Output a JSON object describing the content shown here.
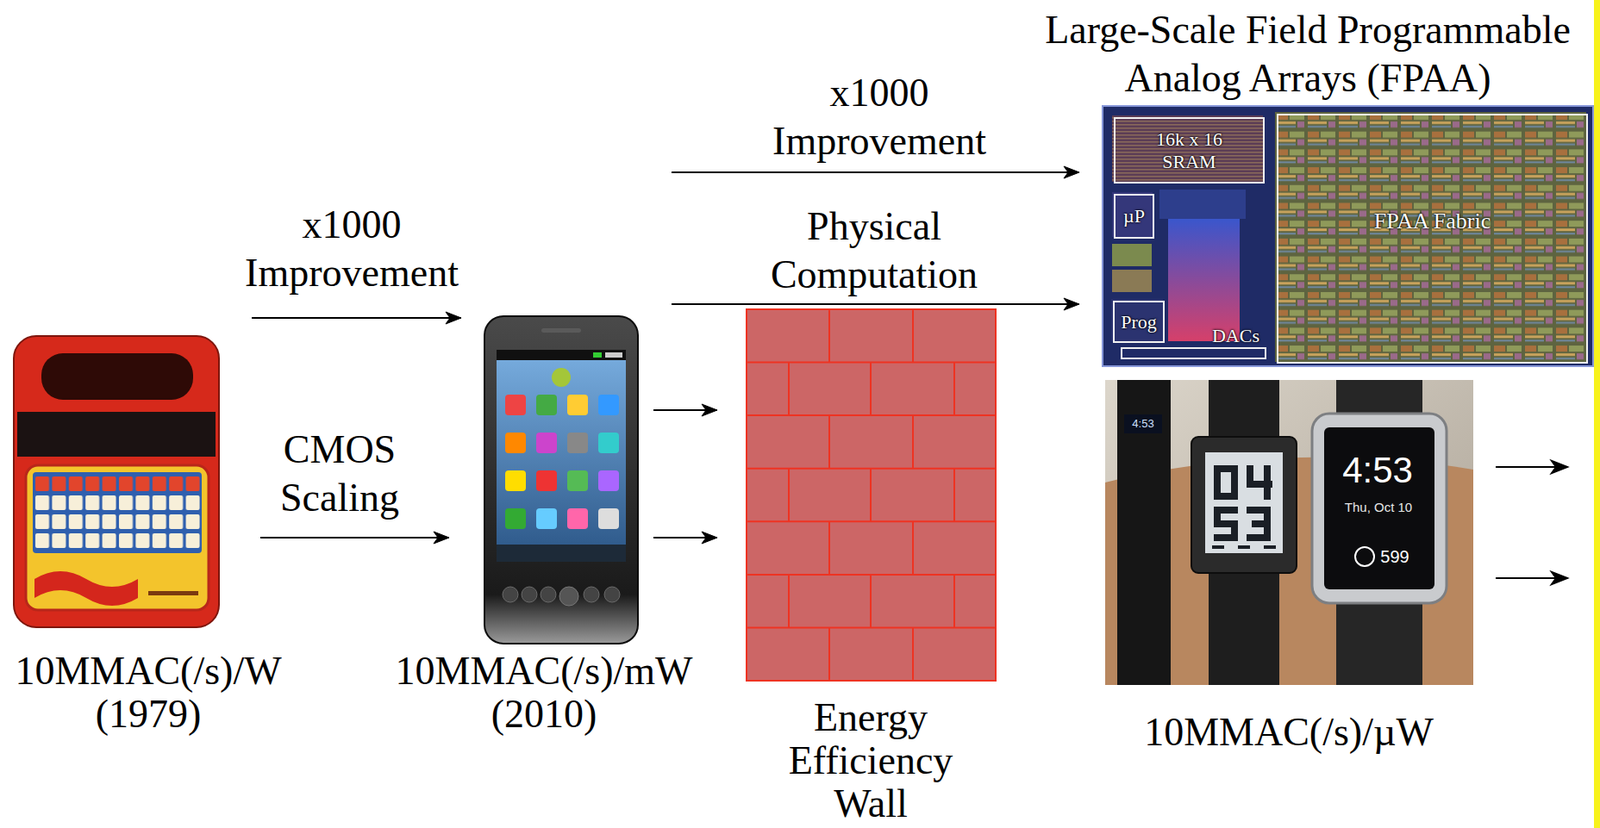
{
  "diagram": {
    "nodes": [
      {
        "text": [
          "10MMAC(/s)/W (1979)"
        ]
      },
      {
        "text": [
          "10MMAC(/s)/mW (2010)"
        ]
      },
      {
        "text": [
          "Energy Efficiency Wall"
        ]
      },
      {
        "text": [
          "Large-Scale Field Programmable Analog Arrays (FPAA)"
        ]
      },
      {
        "text": [
          "16k x 16 SRAM"
        ],
        "in": 3
      },
      {
        "text": [
          "µP"
        ],
        "in": 3
      },
      {
        "text": [
          "Prog"
        ],
        "in": 3
      },
      {
        "text": [
          "DACs"
        ],
        "in": 3
      },
      {
        "text": [
          "FPAA Fabric"
        ],
        "in": 3
      },
      {
        "text": [
          "10MMAC(/s)/µW"
        ]
      }
    ],
    "edges": [
      {
        "from": 0,
        "to": 1,
        "arrow": "to",
        "label": "x1000 Improvement"
      },
      {
        "from": 0,
        "to": 1,
        "arrow": "to",
        "label": "CMOS Scaling"
      },
      {
        "from": 1,
        "to": 2,
        "arrow": "to"
      },
      {
        "from": 1,
        "to": 2,
        "arrow": "to"
      },
      {
        "from": 1,
        "to": 3,
        "arrow": "to",
        "label": "x1000 Improvement"
      },
      {
        "from": 1,
        "to": 3,
        "arrow": "to",
        "label": "Physical Computation"
      }
    ],
    "labels": [
      "4:53",
      "4:53",
      "Thu, Oct 10",
      "599"
    ]
  }
}
